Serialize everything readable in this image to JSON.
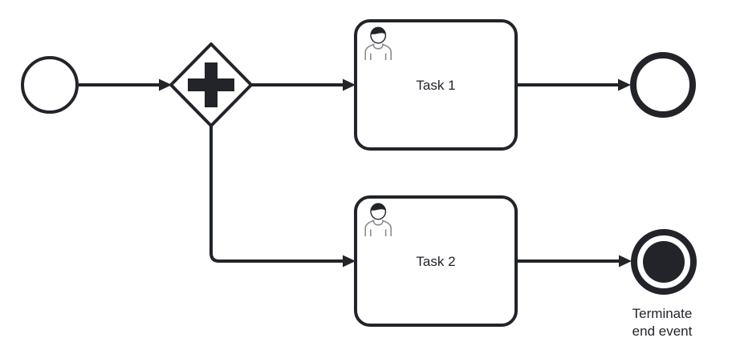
{
  "colors": {
    "stroke": "#22242a",
    "background": "#ffffff",
    "icon_body": "#8d8d8d"
  },
  "process": {
    "start_event": {
      "type": "start-event"
    },
    "parallel_gateway": {
      "type": "parallel-gateway"
    },
    "task1": {
      "type": "user-task",
      "label": "Task 1"
    },
    "task2": {
      "type": "user-task",
      "label": "Task 2"
    },
    "end_event": {
      "type": "end-event"
    },
    "terminate_end_event": {
      "type": "terminate-end-event",
      "label_line1": "Terminate",
      "label_line2": "end event"
    }
  }
}
